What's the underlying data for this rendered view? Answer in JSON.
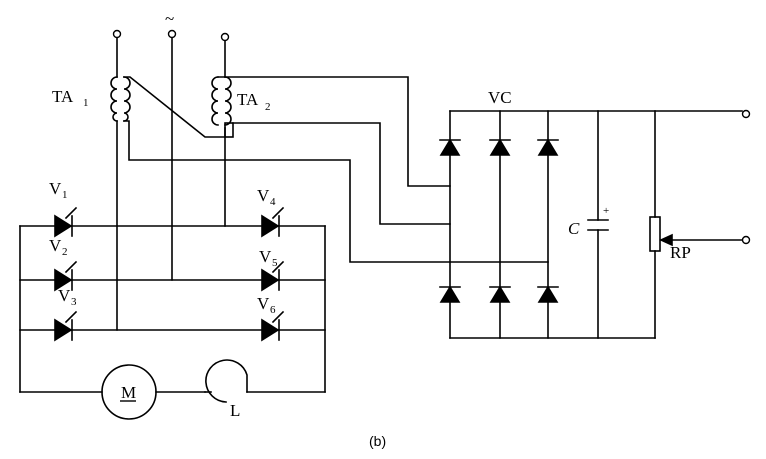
{
  "labels": {
    "ta1": "TA",
    "ta1_sub": "1",
    "ta2": "TA",
    "ta2_sub": "2",
    "tilde": "~",
    "v1": "V",
    "v1_sub": "1",
    "v2": "V",
    "v2_sub": "2",
    "v3": "V",
    "v3_sub": "3",
    "v4": "V",
    "v4_sub": "4",
    "v5": "V",
    "v5_sub": "5",
    "v6": "V",
    "v6_sub": "6",
    "vc": "VC",
    "cap_c": "C",
    "cap_plus": "+",
    "rp": "RP",
    "motor": "M",
    "load": "L"
  },
  "caption": "(b)"
}
